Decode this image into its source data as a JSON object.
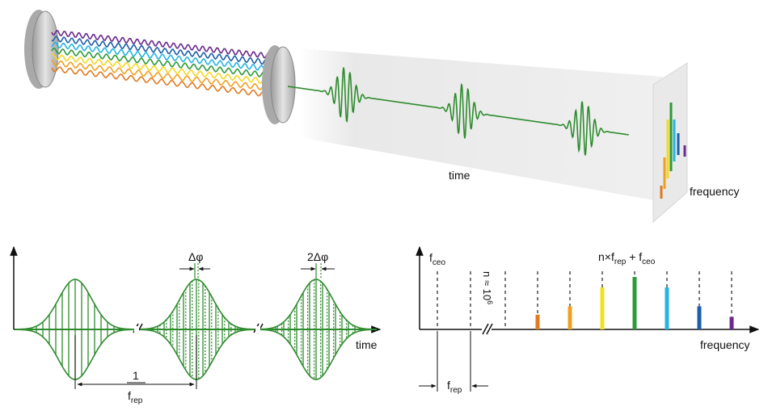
{
  "top": {
    "time_label": "time",
    "frequency_label": "frequency",
    "comb_colors": [
      "#e07a1f",
      "#f0a020",
      "#f4d820",
      "#2e9a3a",
      "#26b5e0",
      "#1f5fa8",
      "#6a2a8c"
    ]
  },
  "bottom_left": {
    "time_label": "time",
    "delta_phi_label": "Δφ",
    "two_delta_phi_label": "2Δφ",
    "period_numerator": "1",
    "frep_main": "f",
    "frep_sub": "rep"
  },
  "bottom_right": {
    "fceo_main": "f",
    "fceo_sub": "ceo",
    "n_label": "n ≈ 10",
    "n_exp": "6",
    "mode_label_n": "n×f",
    "mode_label_rep": "rep",
    "mode_label_plus": " + f",
    "mode_label_ceo": "ceo",
    "frequency_label": "frequency",
    "frep_main": "f",
    "frep_sub": "rep",
    "line_colors": [
      "#e07a1f",
      "#f0a020",
      "#f4e020",
      "#2e9a3a",
      "#26b5e0",
      "#1f5fa8",
      "#6a2a8c"
    ],
    "line_heights": [
      0.35,
      0.55,
      1.0,
      1.25,
      1.0,
      0.55,
      0.3
    ]
  },
  "colors": {
    "pulse_green": "#2e8b2e",
    "axis": "#111111",
    "dashed": "#777777",
    "mirror_gray": "#b8b8b8"
  }
}
